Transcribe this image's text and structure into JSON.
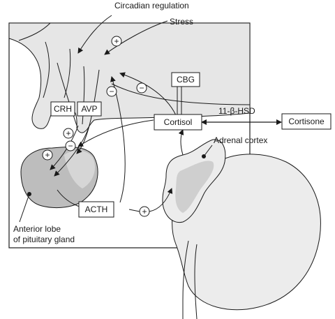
{
  "labels": {
    "circadian": "Circadian regulation",
    "stress": "Stress",
    "crh": "CRH",
    "avp": "AVP",
    "cbg": "CBG",
    "cortisol": "Cortisol",
    "enzyme": "11-β-HSD",
    "cortisone": "Cortisone",
    "adrenal_cortex": "Adrenal cortex",
    "acth": "ACTH",
    "anterior_lobe_1": "Anterior lobe",
    "anterior_lobe_2": "of pituitary gland"
  },
  "signs": {
    "stress_plus": "+",
    "cortisol_minus": "−",
    "acth_minus": "−",
    "crh_plus": "+",
    "avp_plus": "+",
    "avp_minus": "−",
    "acth_plus": "+"
  },
  "colors": {
    "brain": "#e6e6e6",
    "pituitary": "#bdbdbd",
    "pituitary_light": "#d6d6d6",
    "kidney": "#ececec",
    "adrenal": "#cfcfcf",
    "line": "#1a1a1a"
  }
}
